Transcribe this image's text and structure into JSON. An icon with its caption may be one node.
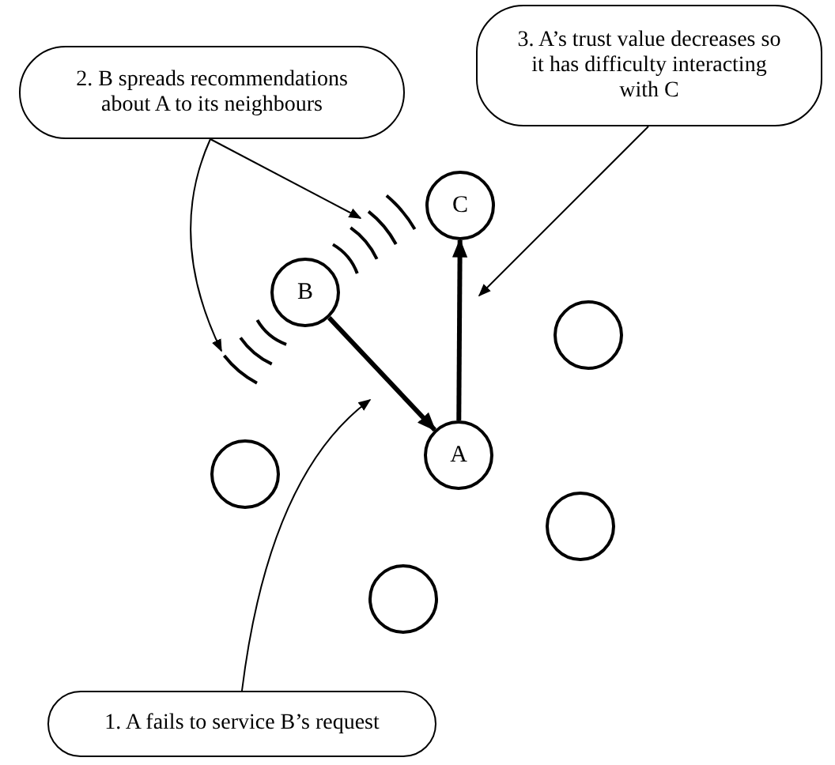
{
  "diagram": {
    "nodes": [
      {
        "text": [
          "2. B spreads recommendations about A to its neighbours"
        ]
      },
      {
        "text": [
          "3. A’s trust value decreases so it has difficulty interacting with C"
        ]
      },
      {
        "text": [
          "C"
        ]
      },
      {
        "text": [
          "B"
        ]
      },
      {
        "text": [],
        "shape": "circle"
      },
      {
        "text": [],
        "shape": "circle"
      },
      {
        "text": [
          "A"
        ]
      },
      {
        "text": [],
        "shape": "circle"
      },
      {
        "text": [],
        "shape": "circle"
      },
      {
        "text": [
          "1. A fails to service B’s request"
        ]
      }
    ],
    "edges": [
      {
        "from": 3,
        "to": 6,
        "arrow": "to",
        "style": "thick"
      },
      {
        "from": 6,
        "to": 2,
        "arrow": "to",
        "style": "thick"
      },
      {
        "from": 0,
        "to": null,
        "arrow": "to"
      },
      {
        "from": 0,
        "to": null,
        "arrow": "to"
      },
      {
        "from": 1,
        "to": null,
        "arrow": "to"
      },
      {
        "from": 9,
        "to": null,
        "arrow": "to"
      }
    ]
  }
}
